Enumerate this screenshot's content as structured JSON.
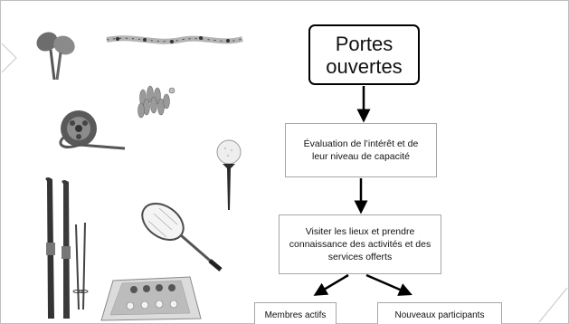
{
  "slide": {
    "title": "Portes\nouvertes",
    "step1": "Évaluation de l’intérêt et de leur niveau de capacité",
    "step2": "Visiter les lieux et prendre connaissance des activités et des services offerts",
    "outcome_left": "Membres actifs",
    "outcome_right": "Nouveaux participants"
  },
  "illustrations": [
    "maracas-icon",
    "music-notes-icon",
    "bowling-pins-icon",
    "film-reel-icon",
    "golf-ball-on-tee-icon",
    "skis-icon",
    "ski-poles-icon",
    "badminton-racket-icon",
    "checkers-board-icon"
  ],
  "colors": {
    "arrow": "#000000",
    "box_border": "#a6a6a6",
    "title_border": "#000000"
  }
}
